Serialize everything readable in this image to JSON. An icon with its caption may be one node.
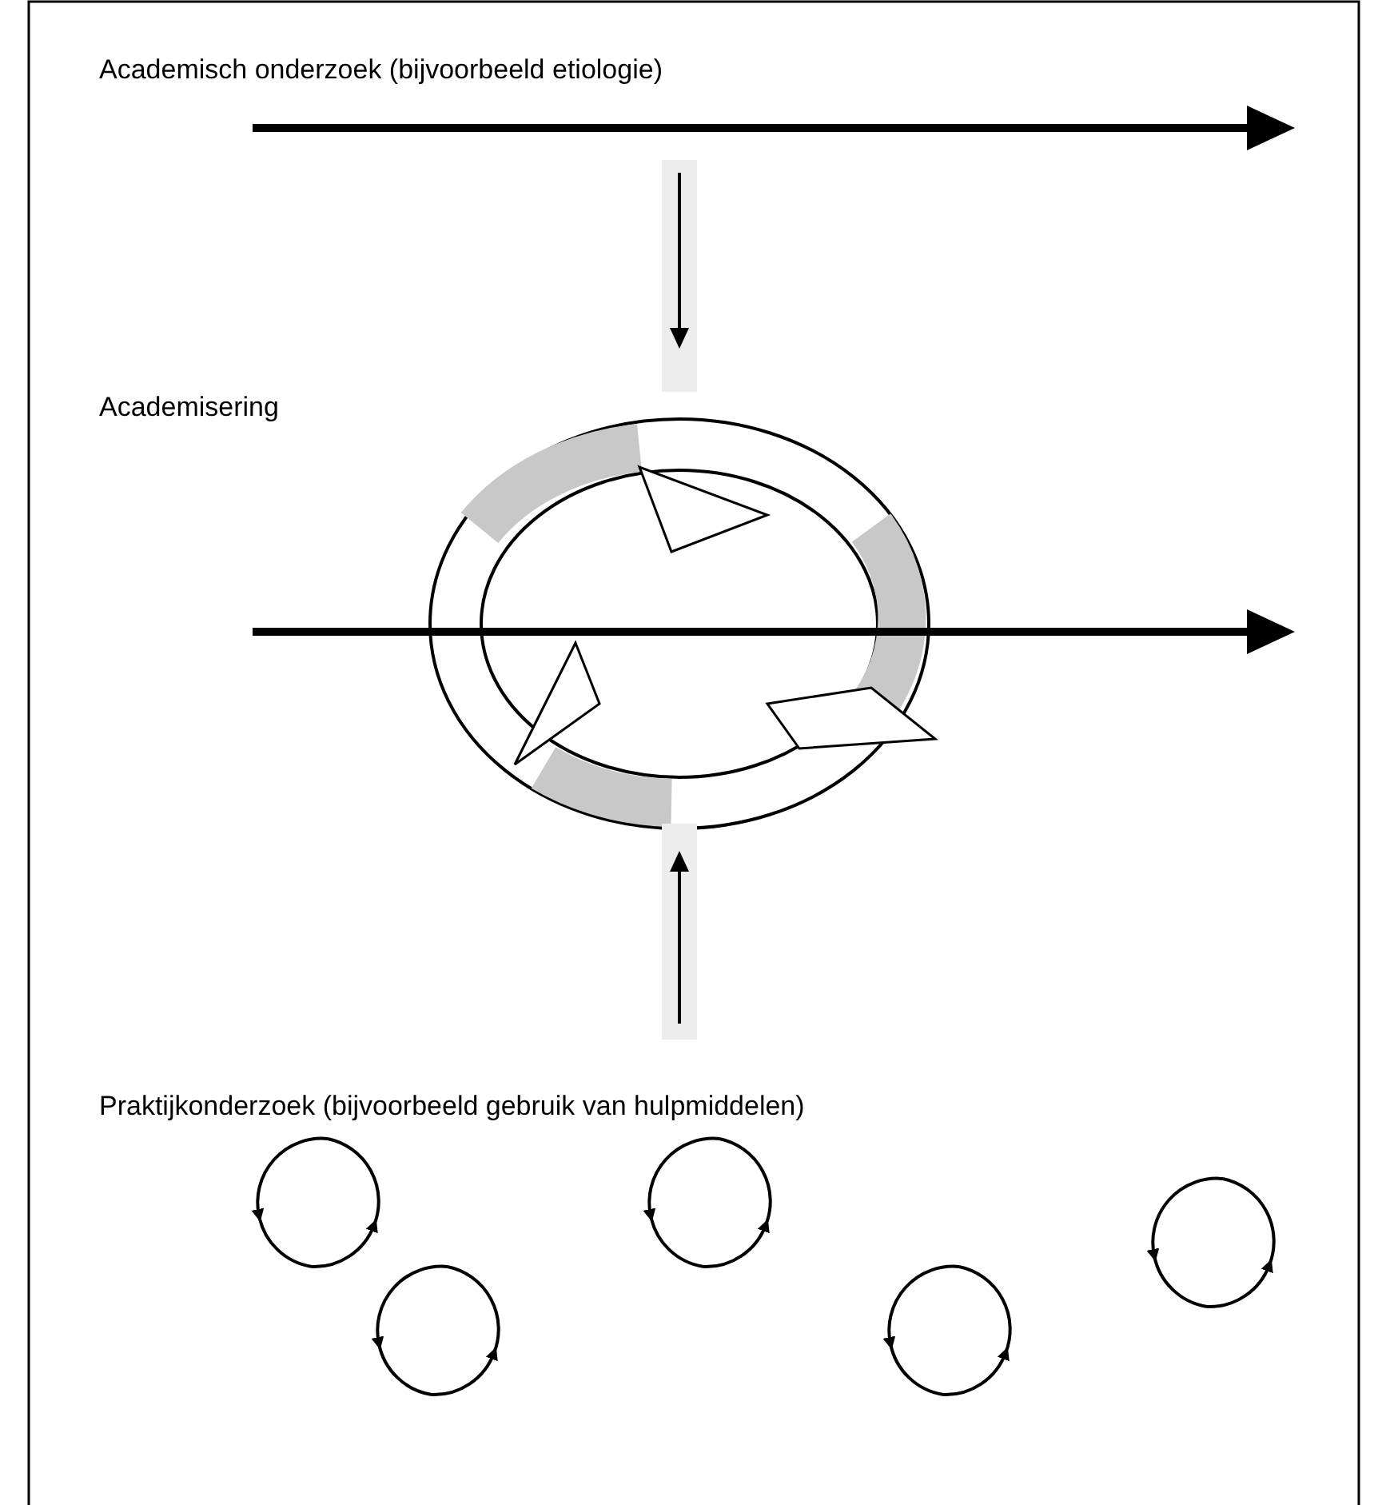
{
  "diagram": {
    "labels": [
      "Academisch onderzoek (bijvoorbeeld etiologie)",
      "Academisering",
      "Praktijkonderzoek (bijvoorbeeld gebruik van hulpmiddelen)"
    ]
  }
}
